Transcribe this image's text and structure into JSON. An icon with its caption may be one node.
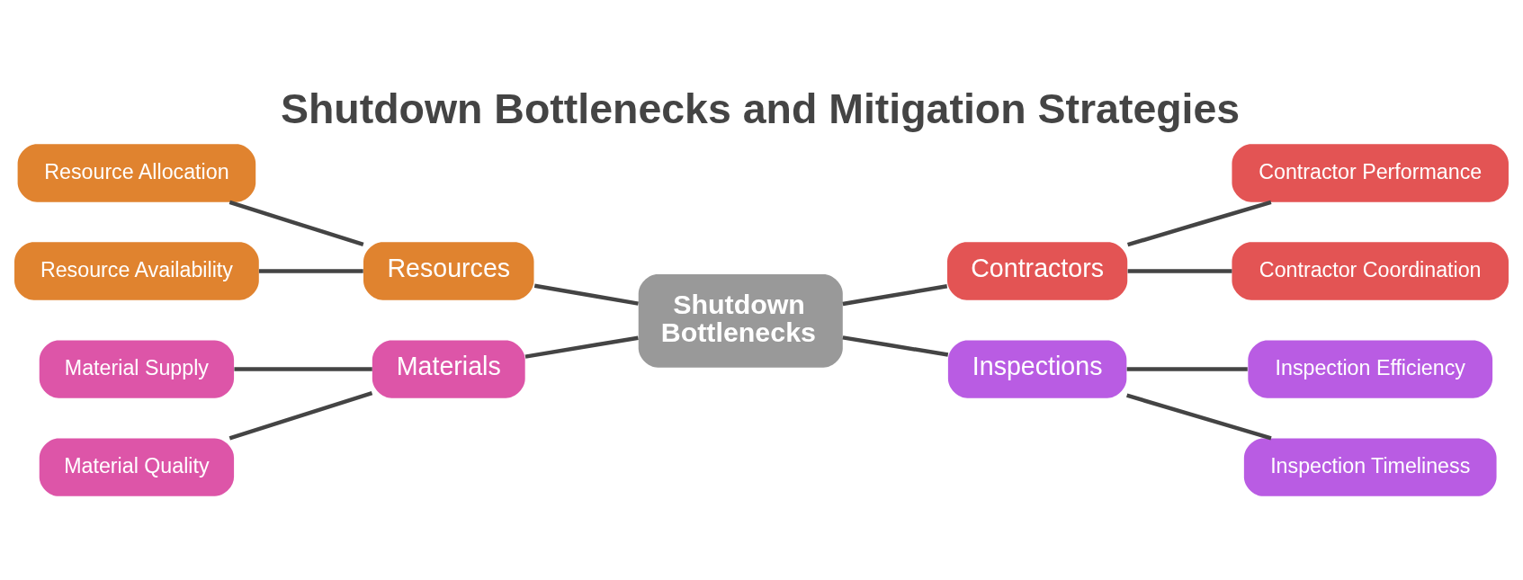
{
  "diagram": {
    "title": "Shutdown Bottlenecks and Mitigation Strategies",
    "nodes": [
      {
        "text": [
          "Shutdown Bottlenecks"
        ]
      },
      {
        "text": [
          "Resources"
        ]
      },
      {
        "text": [
          "Resource Allocation"
        ]
      },
      {
        "text": [
          "Resource Availability"
        ]
      },
      {
        "text": [
          "Contractors"
        ]
      },
      {
        "text": [
          "Contractor Performance"
        ]
      },
      {
        "text": [
          "Contractor Coordination"
        ]
      },
      {
        "text": [
          "Materials"
        ]
      },
      {
        "text": [
          "Material Supply"
        ]
      },
      {
        "text": [
          "Material Quality"
        ]
      },
      {
        "text": [
          "Inspections"
        ]
      },
      {
        "text": [
          "Inspection Efficiency"
        ]
      },
      {
        "text": [
          "Inspection Timeliness"
        ]
      }
    ],
    "edges": [
      {
        "from": 2,
        "to": 1,
        "arrow": "none"
      },
      {
        "from": 3,
        "to": 1,
        "arrow": "none"
      },
      {
        "from": 1,
        "to": 0,
        "arrow": "none"
      },
      {
        "from": 8,
        "to": 7,
        "arrow": "none"
      },
      {
        "from": 9,
        "to": 7,
        "arrow": "none"
      },
      {
        "from": 7,
        "to": 0,
        "arrow": "none"
      },
      {
        "from": 0,
        "to": 4,
        "arrow": "none"
      },
      {
        "from": 4,
        "to": 5,
        "arrow": "none"
      },
      {
        "from": 4,
        "to": 6,
        "arrow": "none"
      },
      {
        "from": 0,
        "to": 10,
        "arrow": "none"
      },
      {
        "from": 10,
        "to": 11,
        "arrow": "none"
      },
      {
        "from": 10,
        "to": 12,
        "arrow": "none"
      }
    ]
  }
}
